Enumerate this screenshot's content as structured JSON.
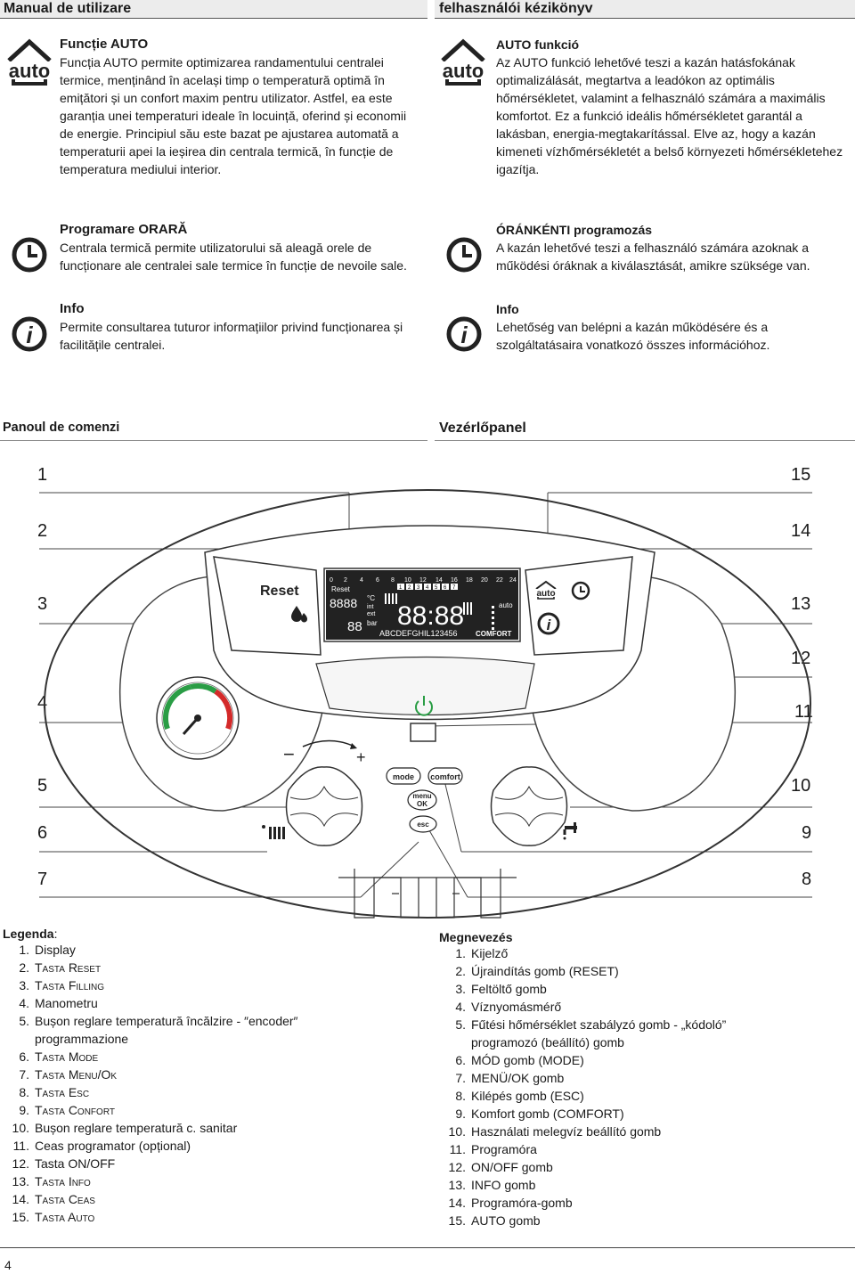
{
  "header": {
    "left_title": "Manual de utilizare",
    "right_title": "felhasználói kézikönyv"
  },
  "ro": {
    "auto_icon_text": "auto",
    "auto_title": "Funcție AUTO",
    "auto_text": "Funcția AUTO permite optimizarea randamentului centralei termice, menținând în același timp o temperatură optimă în emițători și un confort maxim pentru utilizator. Astfel, ea este garanția unei temperaturi ideale în locuință, oferind și economii de energie. Principiul său este bazat pe ajustarea automată a temperaturii apei la ieșirea din centrala termică, în funcție de temperatura mediului interior.",
    "prog_title": "Programare ORARĂ",
    "prog_text": "Centrala termică permite utilizatorului să aleagă orele de funcționare ale centralei sale termice în funcție de nevoile sale.",
    "info_title": "Info",
    "info_text": "Permite consultarea tuturor informațiilor privind funcționarea și facilitățile centralei."
  },
  "hu": {
    "auto_icon_text": "auto",
    "auto_title": "AUTO funkció",
    "auto_text": "Az AUTO funkció lehetővé teszi a kazán hatásfokának optimalizálását, megtartva a leadókon az optimális hőmérsékletet, valamint a felhasználó számára a maximális komfortot. Ez a funkció ideális hőmérsékletet garantál a lakásban, energia-megtakarítással. Elve az, hogy a kazán kimeneti vízhőmérsékletét a belső környezeti hőmérsékletehez igazítja.",
    "prog_title": "ÓRÁNKÉNTI programozás",
    "prog_text": "A kazán lehetővé teszi a felhasználó számára azoknak a működési óráknak a kiválasztását, amikre szüksége van.",
    "info_title": "Info",
    "info_text": "Lehetőség van belépni a kazán működésére és a szolgáltatásaira vonatkozó összes információhoz."
  },
  "panel": {
    "left_label": "Panoul de comenzi",
    "right_label": "Vezérlőpanel",
    "left_numbers": [
      "1",
      "2",
      "3",
      "4",
      "5",
      "6",
      "7"
    ],
    "right_numbers": [
      "15",
      "14",
      "13",
      "12",
      "11",
      "10",
      "9",
      "8"
    ],
    "reset_label": "Reset",
    "lcd_hours": [
      "0",
      "2",
      "4",
      "6",
      "8",
      "10",
      "12",
      "14",
      "16",
      "18",
      "20",
      "22",
      "24"
    ],
    "lcd_days": [
      "1",
      "2",
      "3",
      "4",
      "5",
      "6",
      "7"
    ],
    "lcd_reset": "Reset",
    "lcd_digits_small": "8888",
    "lcd_unit": "°C",
    "lcd_int": "int",
    "lcd_ext": "ext",
    "lcd_big_digits": "88:88",
    "lcd_bar": "bar",
    "lcd_pressure": "88",
    "lcd_auto": "auto",
    "lcd_text": "ABCDEFGHIL123456",
    "lcd_comfort": "COMFORT",
    "auto_button": "auto",
    "minus": "−",
    "plus": "+",
    "btn_mode": "mode",
    "btn_comfort": "comfort",
    "btn_menu_line1": "menu",
    "btn_menu_line2": "OK",
    "btn_esc": "esc"
  },
  "legend_ro": {
    "title": "Legenda",
    "title_suffix": ":",
    "items": [
      {
        "n": "1.",
        "text": "Display"
      },
      {
        "n": "2.",
        "text": "Tasta Reset"
      },
      {
        "n": "3.",
        "text": "Tasta Filling"
      },
      {
        "n": "4.",
        "text": "Manometru"
      },
      {
        "n": "5.",
        "text": "Bușon reglare temperatură încălzire - ″encoder″ programmazione"
      },
      {
        "n": "6.",
        "text": "Tasta Mode"
      },
      {
        "n": "7.",
        "text": "Tasta Menu/Ok"
      },
      {
        "n": "8.",
        "text": "Tasta Esc"
      },
      {
        "n": "9.",
        "text": "Tasta Confort"
      },
      {
        "n": "10.",
        "text": "Bușon reglare temperatură c. sanitar"
      },
      {
        "n": "11.",
        "text": "Ceas programator (opțional)"
      },
      {
        "n": "12.",
        "text": "Tasta ON/OFF"
      },
      {
        "n": "13.",
        "text": "Tasta Info"
      },
      {
        "n": "14.",
        "text": "Tasta Ceas"
      },
      {
        "n": "15.",
        "text": "Tasta Auto"
      }
    ]
  },
  "legend_hu": {
    "title": "Megnevezés",
    "items": [
      {
        "n": "1.",
        "text": "Kijelző"
      },
      {
        "n": "2.",
        "text": "Újraindítás gomb (RESET)"
      },
      {
        "n": "3.",
        "text": "Feltöltő gomb"
      },
      {
        "n": "4.",
        "text": "Víznyomásmérő"
      },
      {
        "n": "5.",
        "text": "Fűtési hőmérséklet szabályzó gomb - „kódoló” programozó (beállító) gomb"
      },
      {
        "n": "6.",
        "text": "MÓD gomb (MODE)"
      },
      {
        "n": "7.",
        "text": "MENÜ/OK gomb"
      },
      {
        "n": "8.",
        "text": "Kilépés gomb (ESC)"
      },
      {
        "n": "9.",
        "text": "Komfort gomb (COMFORT)"
      },
      {
        "n": "10.",
        "text": "Használati melegvíz beállító gomb"
      },
      {
        "n": "11.",
        "text": "Programóra"
      },
      {
        "n": "12.",
        "text": "ON/OFF gomb"
      },
      {
        "n": "13.",
        "text": "INFO gomb"
      },
      {
        "n": "14.",
        "text": "Programóra-gomb"
      },
      {
        "n": "15.",
        "text": "AUTO gomb"
      }
    ]
  },
  "page_number": "4",
  "colors": {
    "gauge_green": "#2a9d45",
    "gauge_red": "#d42a2a",
    "power_green": "#2a9d45",
    "lcd_bg": "#222222"
  }
}
